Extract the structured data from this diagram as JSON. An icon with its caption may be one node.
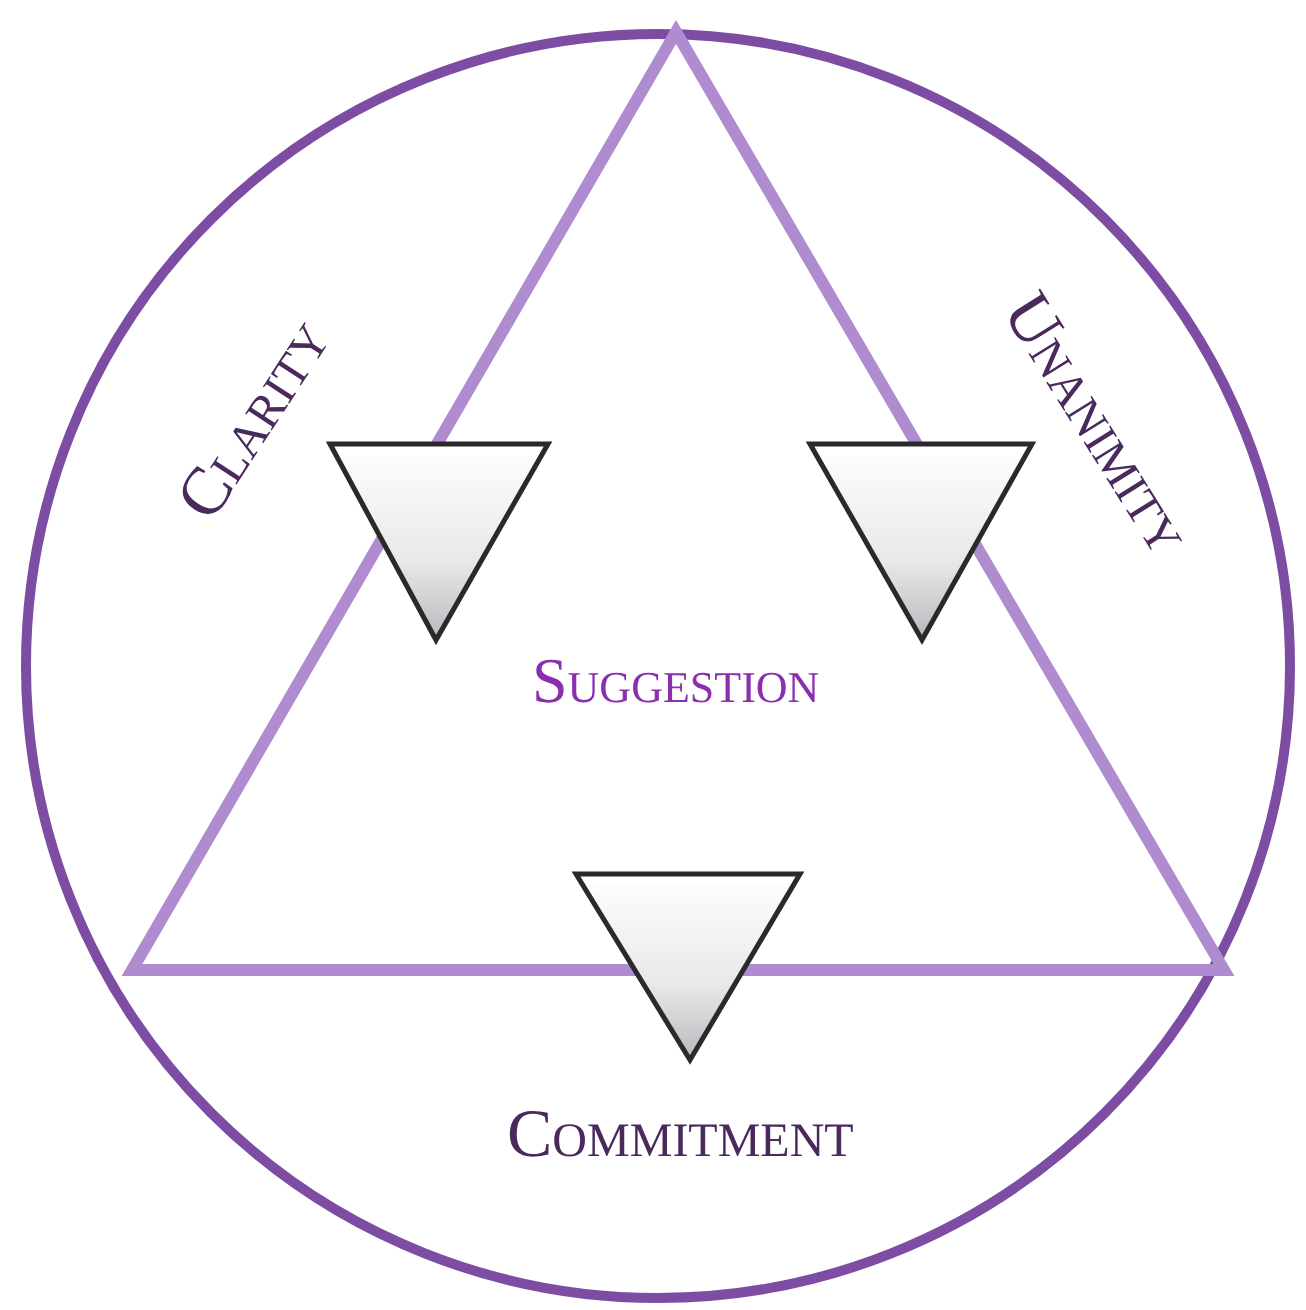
{
  "diagram": {
    "labels": [
      "Clarity",
      "Unanimity",
      "Suggestion",
      "Commitment"
    ]
  }
}
